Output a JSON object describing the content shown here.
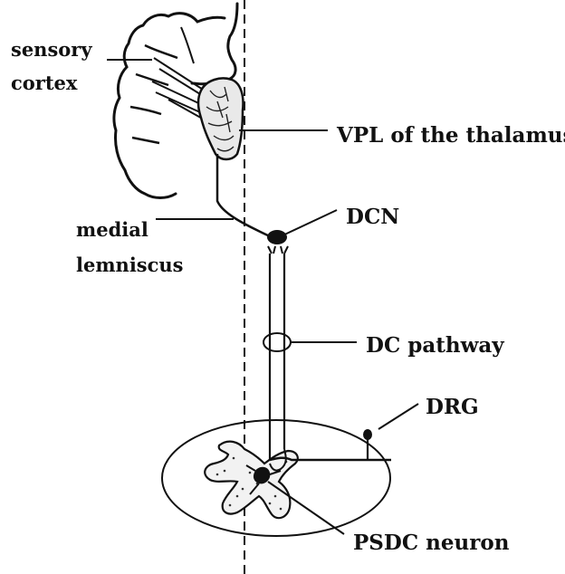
{
  "labels": {
    "sensory_cortex_line1": "sensory",
    "sensory_cortex_line2": "cortex",
    "vpl": "VPL of the thalamus",
    "dcn": "DCN",
    "medial_lemniscus_line1": "medial",
    "medial_lemniscus_line2": "lemniscus",
    "dc_pathway": "DC pathway",
    "drg": "DRG",
    "psdc_neuron": "PSDC neuron"
  }
}
